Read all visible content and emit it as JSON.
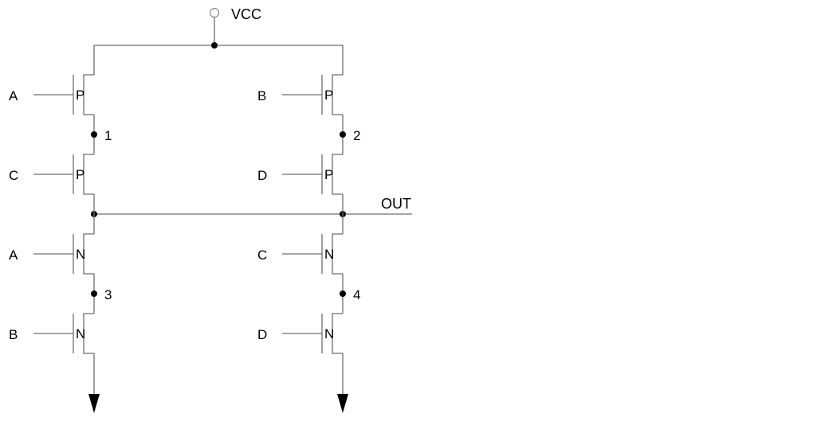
{
  "diagram": {
    "title": "CMOS complex gate",
    "supply": {
      "label": "VCC"
    },
    "output": {
      "label": "OUT"
    },
    "colors": {
      "wire": "#6e6e6e",
      "ink": "#000000",
      "background": "#ffffff"
    },
    "transistors": [
      {
        "id": "p-a",
        "type": "P",
        "input": "A",
        "column": "left",
        "row": 0
      },
      {
        "id": "p-c",
        "type": "P",
        "input": "C",
        "column": "left",
        "row": 1
      },
      {
        "id": "p-b",
        "type": "P",
        "input": "B",
        "column": "right",
        "row": 0
      },
      {
        "id": "p-d",
        "type": "P",
        "input": "D",
        "column": "right",
        "row": 1
      },
      {
        "id": "n-a",
        "type": "N",
        "input": "A",
        "column": "left",
        "row": 2
      },
      {
        "id": "n-b",
        "type": "N",
        "input": "B",
        "column": "left",
        "row": 3
      },
      {
        "id": "n-c",
        "type": "N",
        "input": "C",
        "column": "right",
        "row": 2
      },
      {
        "id": "n-d",
        "type": "N",
        "input": "D",
        "column": "right",
        "row": 3
      }
    ],
    "nodes": [
      {
        "label": "1",
        "column": "left",
        "between_rows": [
          0,
          1
        ]
      },
      {
        "label": "2",
        "column": "right",
        "between_rows": [
          0,
          1
        ]
      },
      {
        "label": "3",
        "column": "left",
        "between_rows": [
          2,
          3
        ]
      },
      {
        "label": "4",
        "column": "right",
        "between_rows": [
          2,
          3
        ]
      }
    ],
    "grounds": [
      {
        "column": "left"
      },
      {
        "column": "right"
      }
    ]
  }
}
